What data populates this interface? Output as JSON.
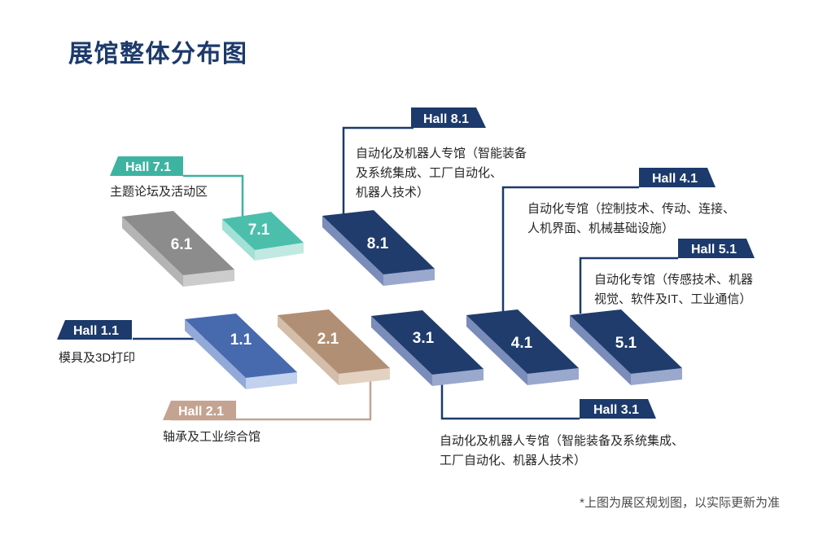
{
  "title": "展馆整体分布图",
  "footnote": "*上图为展区规划图，以实际更新为准",
  "colors": {
    "navy": "#1C3A6B",
    "teal": "#3EB3A2",
    "tan": "#C5A391",
    "grayTop": "#8C8C8C",
    "grayLeft": "#B4B4B4",
    "grayFront": "#CCCCCC",
    "tealTop": "#4BBFAC",
    "tealLeft": "#A3E0D6",
    "tealFront": "#C0E9E1",
    "navyTop": "#1F3C6C",
    "navyLeft": "#7A8CBA",
    "navyFront": "#9AA8CD",
    "blueTop": "#4769AE",
    "blueLeft": "#93A9D8",
    "blueFront": "#C2D1EE",
    "tanTop": "#B18F75",
    "tanLeft": "#D4BDA9",
    "tanFront": "#E3D2C2"
  },
  "halls": {
    "h71": {
      "flag": "Hall 7.1",
      "desc": [
        "主题论坛及活动区"
      ]
    },
    "h81": {
      "flag": "Hall 8.1",
      "desc": [
        "自动化及机器人专馆（智能装备",
        "及系统集成、工厂自动化、",
        "机器人技术）"
      ]
    },
    "h41": {
      "flag": "Hall 4.1",
      "desc": [
        "自动化专馆（控制技术、传动、连接、",
        "人机界面、机械基础设施）"
      ]
    },
    "h51": {
      "flag": "Hall 5.1",
      "desc": [
        "自动化专馆（传感技术、机器",
        "视觉、软件及IT、工业通信）"
      ]
    },
    "h11": {
      "flag": "Hall 1.1",
      "desc": [
        "模具及3D打印"
      ]
    },
    "h21": {
      "flag": "Hall 2.1",
      "desc": [
        "轴承及工业综合馆"
      ]
    },
    "h31": {
      "flag": "Hall 3.1",
      "desc": [
        "自动化及机器人专馆（智能装备及系统集成、",
        "工厂自动化、机器人技术）"
      ]
    }
  },
  "blocks": {
    "b61": "6.1",
    "b71": "7.1",
    "b81": "8.1",
    "b11": "1.1",
    "b21": "2.1",
    "b31": "3.1",
    "b41": "4.1",
    "b51": "5.1"
  }
}
